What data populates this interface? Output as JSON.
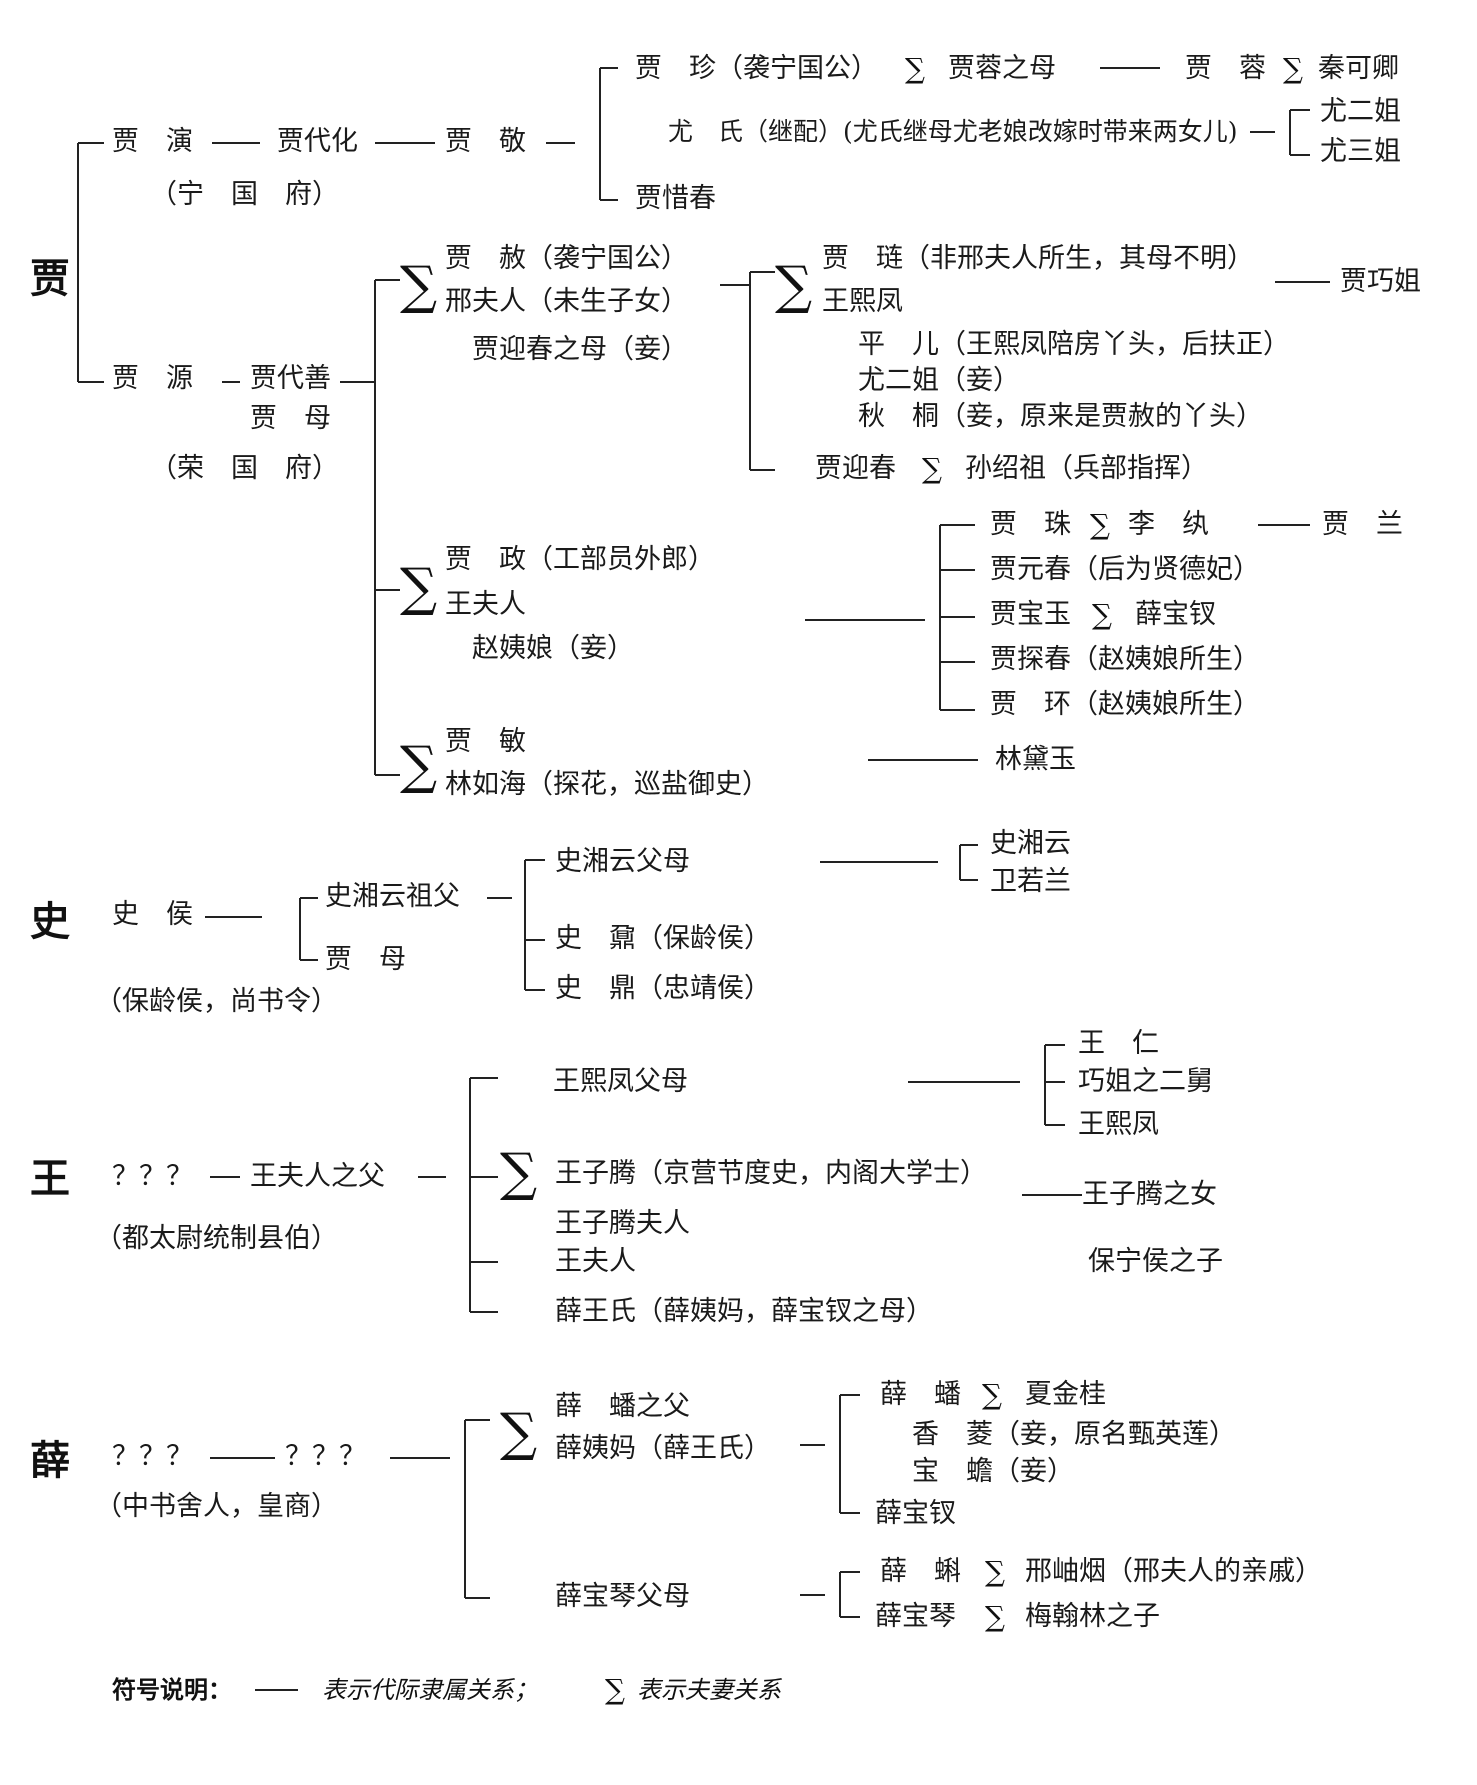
{
  "families": {
    "jia": "贾",
    "shi": "史",
    "wang": "王",
    "xue": "薛"
  },
  "jia": {
    "jia_yan": "贾　演",
    "jia_daihua": "贾代化",
    "jia_jing": "贾　敬",
    "ningguo": "（宁　国　府）",
    "jia_zhen": "贾　珍（袭宁国公）",
    "jia_rong_mother": "贾蓉之母",
    "jia_rong": "贾　蓉",
    "qin_keqing": "秦可卿",
    "you_shi": "尤　氏（继配）(尤氏继母尤老娘改嫁时带来两女儿)",
    "you_erjie": "尤二姐",
    "you_sanjie": "尤三姐",
    "jia_xichun": "贾惜春",
    "jia_yuan": "贾　源",
    "jia_daishan": "贾代善",
    "jia_mu": "贾　母",
    "rongguo": "（荣　国　府）",
    "jia_she": "贾　赦（袭宁国公）",
    "xing_furen": "邢夫人（未生子女）",
    "yingchun_mother": "贾迎春之母（妾）",
    "jia_lian": "贾　琏（非邢夫人所生，其母不明）",
    "wang_xifeng": "王熙凤",
    "jia_qiaojie": "贾巧姐",
    "ping_er": "平　儿（王熙凤陪房丫头，后扶正）",
    "you_erjie_qie": "尤二姐（妾）",
    "qiu_tong": "秋　桐（妾，原来是贾赦的丫头）",
    "jia_yingchun": "贾迎春",
    "sun_shaozu": "孙绍祖（兵部指挥）",
    "jia_zheng": "贾　政（工部员外郎）",
    "wang_furen": "王夫人",
    "zhao_yiniang": "赵姨娘（妾）",
    "jia_zhu": "贾　珠",
    "li_wan": "李　纨",
    "jia_lan": "贾　兰",
    "jia_yuanchun": "贾元春（后为贤德妃）",
    "jia_baoyu": "贾宝玉",
    "xue_baochai": "薛宝钗",
    "jia_tanchun": "贾探春（赵姨娘所生）",
    "jia_huan": "贾　环（赵姨娘所生）",
    "jia_min": "贾　敏",
    "lin_ruhai": "林如海（探花，巡盐御史）",
    "lin_daiyu": "林黛玉"
  },
  "shi": {
    "shi_hou": "史　侯",
    "shi_hou_title": "（保龄侯，尚书令）",
    "xiangyun_grandfather": "史湘云祖父",
    "jia_mu": "贾　母",
    "xiangyun_parents": "史湘云父母",
    "shi_xiangyun": "史湘云",
    "wei_ruolan": "卫若兰",
    "shi_nai": "史　鼐（保龄侯）",
    "shi_ding": "史　鼎（忠靖侯）"
  },
  "wang": {
    "unknown": "？？？",
    "wang_furen_father": "王夫人之父",
    "title": "（都太尉统制县伯）",
    "xifeng_parents": "王熙凤父母",
    "wang_ren": "王　仁",
    "qiaojie_uncle": "巧姐之二舅",
    "wang_xifeng": "王熙凤",
    "wang_ziteng": "王子腾（京营节度史，内阁大学士）",
    "wang_ziteng_furen": "王子腾夫人",
    "wang_ziteng_daughter": "王子腾之女",
    "baoning_son": "保宁侯之子",
    "wang_furen": "王夫人",
    "xue_wangshi": "薛王氏（薛姨妈，薛宝钗之母）"
  },
  "xue": {
    "unknown1": "？？？",
    "unknown2": "？？？",
    "title": "（中书舍人，皇商）",
    "xue_pan_father": "薛　蟠之父",
    "xue_yima": "薛姨妈（薛王氏）",
    "xue_pan": "薛　蟠",
    "xia_jingui": "夏金桂",
    "xiang_ling": "香　菱（妾，原名甄英莲）",
    "bao_chan": "宝　蟾（妾）",
    "xue_baochai": "薛宝钗",
    "baoqin_parents": "薛宝琴父母",
    "xue_ke": "薛　蝌",
    "xing_xiuyan": "邢岫烟（邢夫人的亲戚）",
    "xue_baoqin": "薛宝琴",
    "mei_son": "梅翰林之子"
  },
  "symbols": {
    "sigma": "∑"
  },
  "legend": {
    "label": "符号说明：",
    "line_desc": "表示代际隶属关系；",
    "sigma_desc": "表示夫妻关系"
  }
}
